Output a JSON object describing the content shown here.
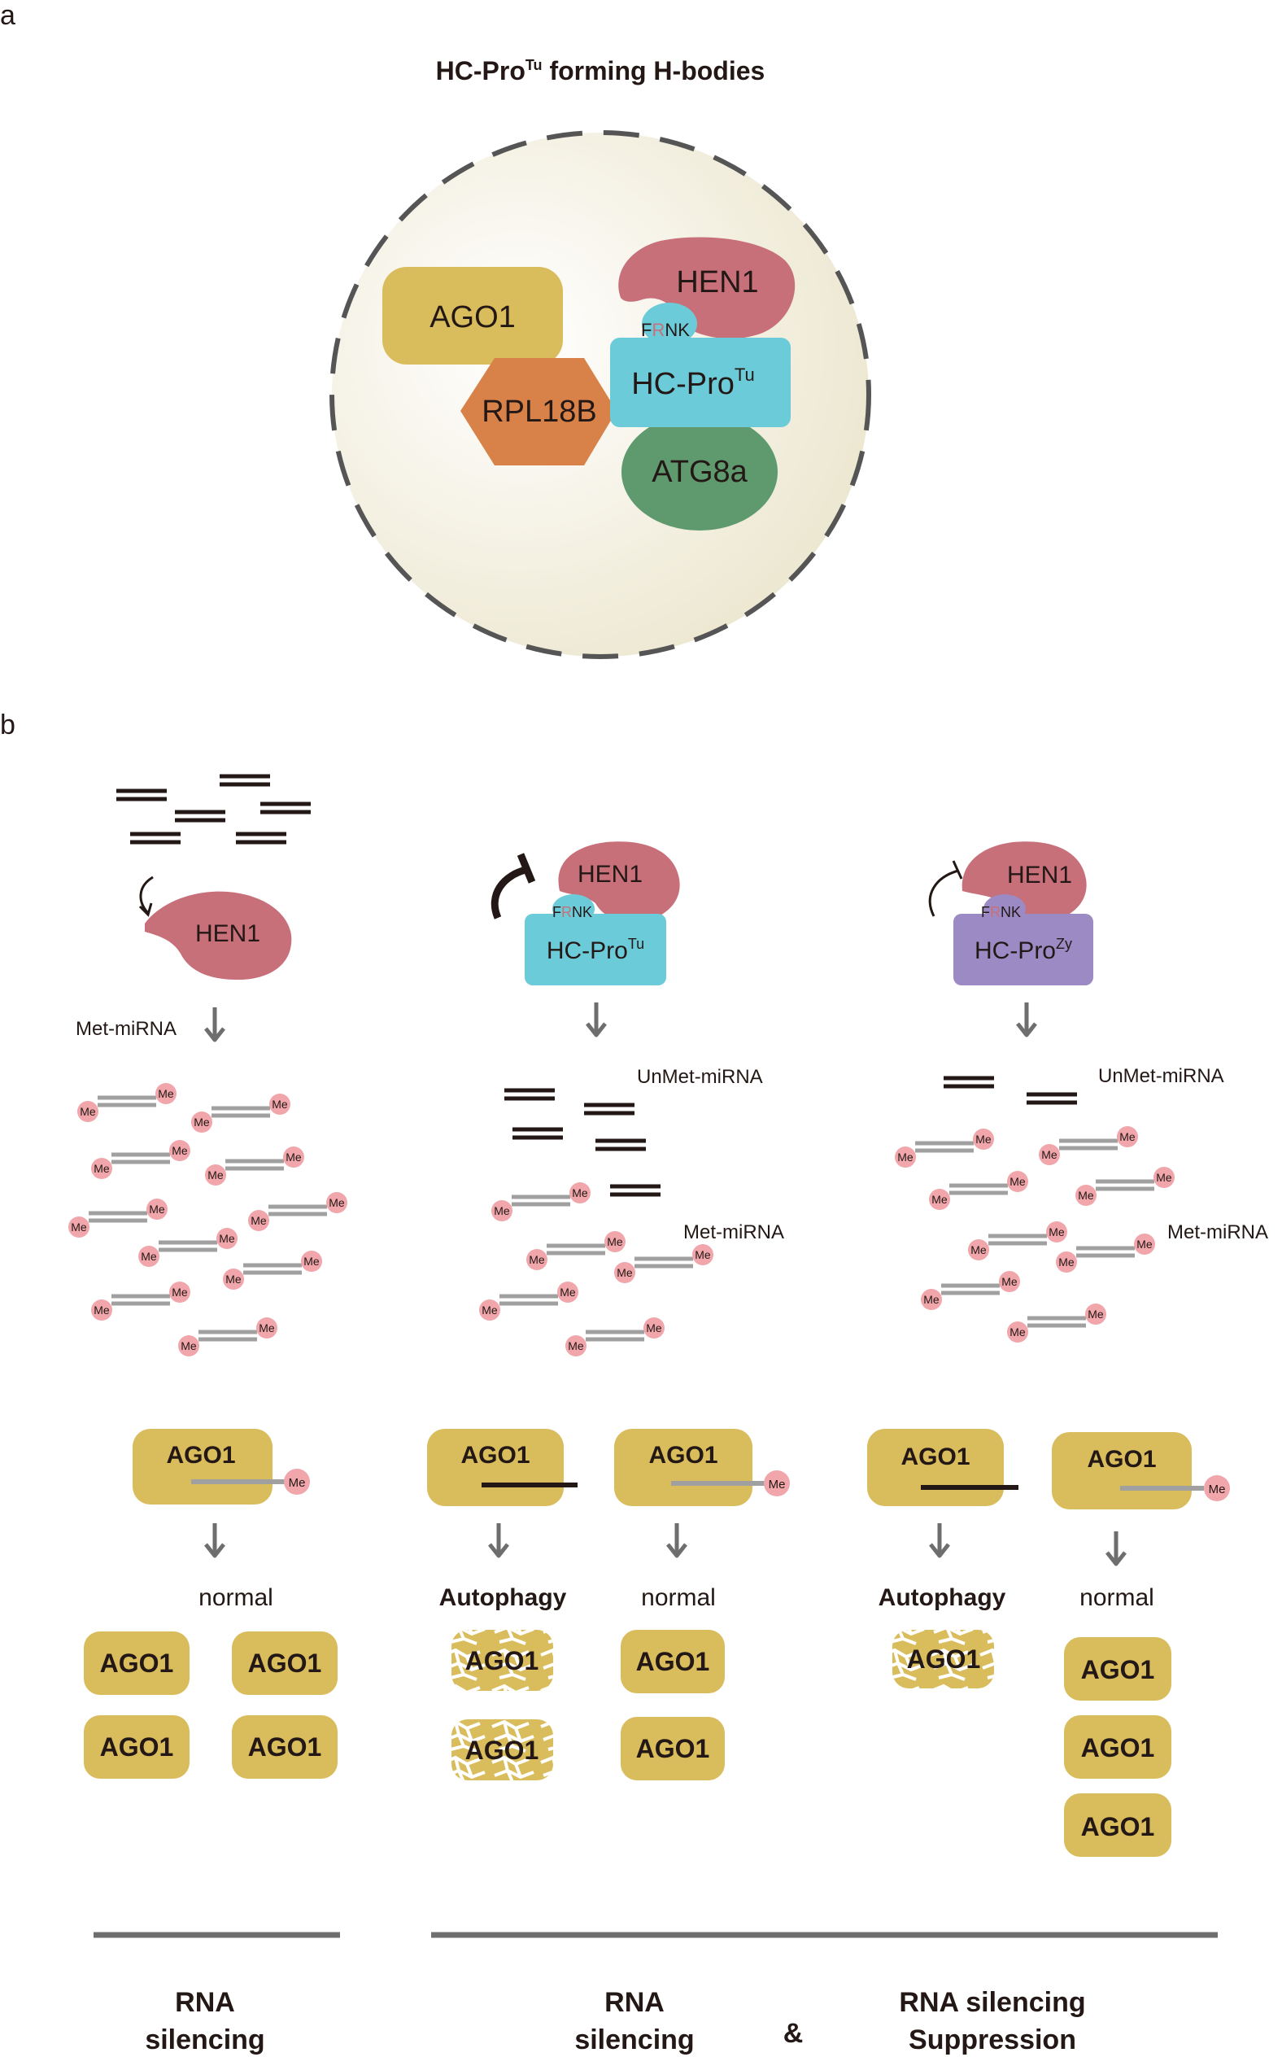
{
  "panel_a": {
    "label": "a",
    "title_main": "HC-Pro",
    "title_sup": "Tu",
    "title_rest": " forming H-bodies",
    "ago1": "AGO1",
    "hen1": "HEN1",
    "frnk_f": "F",
    "frnk_r": "R",
    "frnk_nk": "NK",
    "hcpro": "HC-Pro",
    "hcpro_sup": "Tu",
    "rpl18b": "RPL18B",
    "atg8a": "ATG8a"
  },
  "panel_b": {
    "label": "b",
    "me": "Me",
    "hen1": "HEN1",
    "frnk_f": "F",
    "frnk_r": "R",
    "frnk_nk": "NK",
    "hcpro": "HC-Pro",
    "hcpro_tu_sup": "Tu",
    "hcpro_zy_sup": "Zy",
    "met_mirna": "Met-miRNA",
    "unmet_mirna": "UnMet-miRNA",
    "ago1": "AGO1",
    "normal": "normal",
    "autophagy": "Autophagy",
    "footer_left_1": "RNA",
    "footer_left_2": "silencing",
    "footer_mid_1": "RNA",
    "footer_mid_2": "silencing",
    "footer_amp": "&",
    "footer_right_1": "RNA silencing",
    "footer_right_2": "Suppression"
  },
  "colors": {
    "ago1": "#d9bc5c",
    "hen1": "#c8707a",
    "hcpro_tu": "#6ccbd8",
    "hcpro_zy": "#9b8ac4",
    "rpl18b": "#d8824a",
    "atg8a": "#5e9a6e",
    "me_circle": "#f0a6ab",
    "rna_unmet": "#231815",
    "rna_met": "#a0a0a0",
    "arrow": "#6e6e6e"
  }
}
